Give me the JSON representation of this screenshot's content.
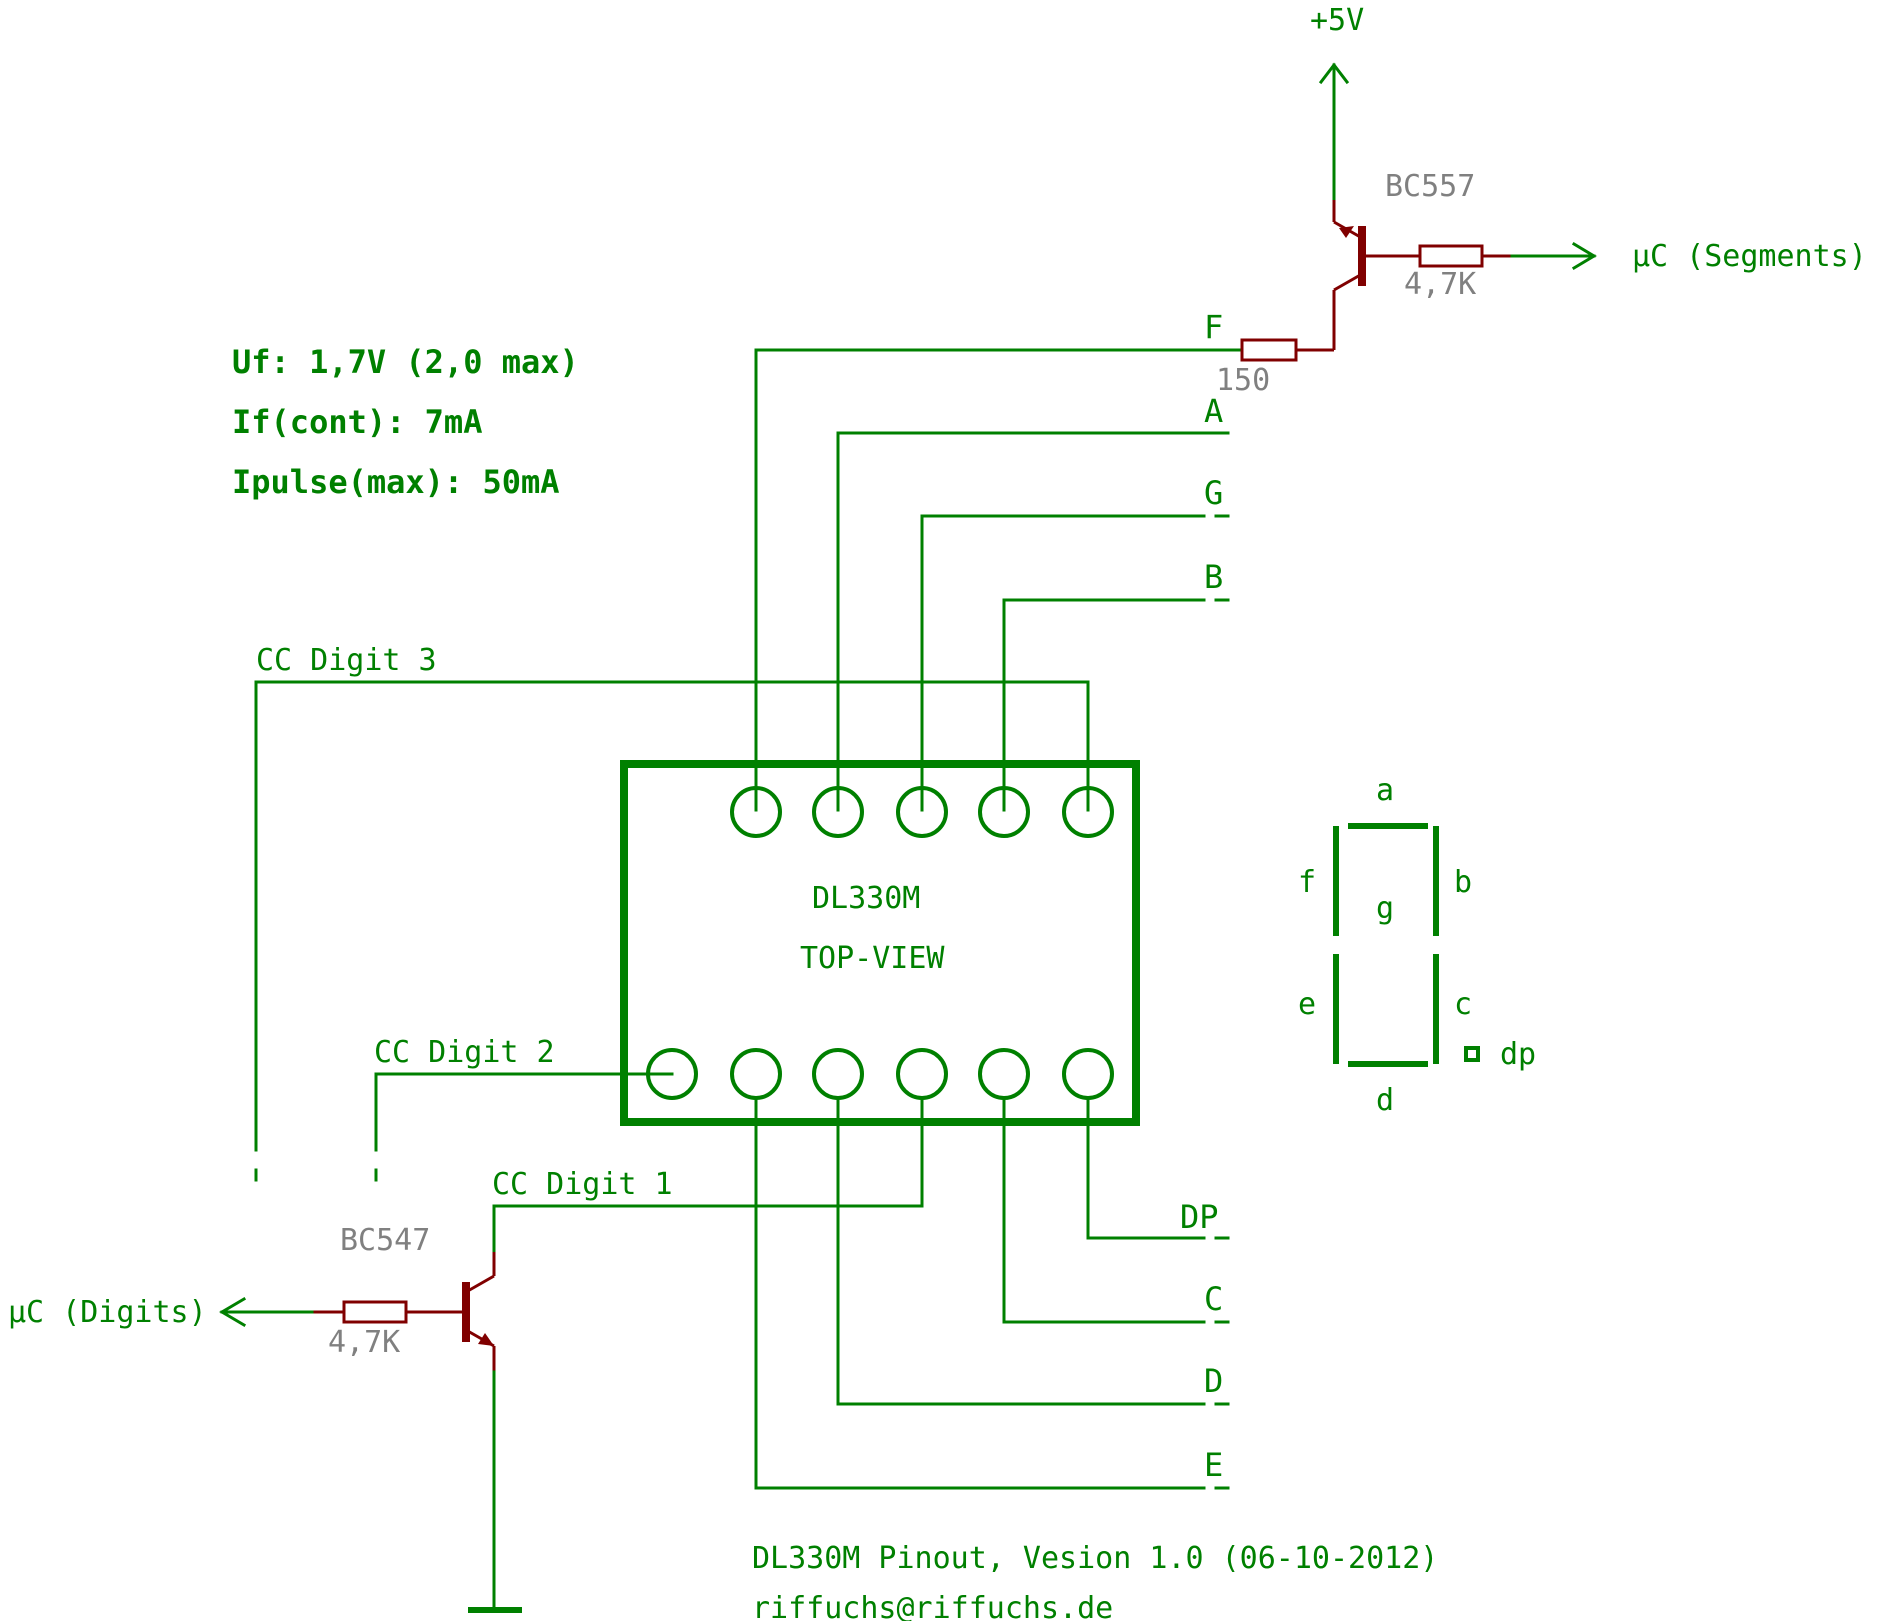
{
  "notes": {
    "uf": "Uf: 1,7V (2,0 max)",
    "if_cont": "If(cont): 7mA",
    "ipulse": "Ipulse(max): 50mA"
  },
  "supply": "+5V",
  "transistors": {
    "pnp": "BC557",
    "npn": "BC547"
  },
  "resistors": {
    "segment_base": "4,7K",
    "segment_series": "150",
    "digit_base": "4,7K"
  },
  "ports": {
    "segments": "µC (Segments)",
    "digits": "µC (Digits)"
  },
  "ic": {
    "name": "DL330M",
    "view": "TOP-VIEW"
  },
  "nets": {
    "cc_digit_3": "CC Digit 3",
    "cc_digit_2": "CC Digit 2",
    "cc_digit_1": "CC Digit 1"
  },
  "segment_labels": {
    "f": "F",
    "a": "A",
    "g": "G",
    "b": "B",
    "dp": "DP",
    "c": "C",
    "d": "D",
    "e": "E"
  },
  "seven_segment_legend": {
    "a": "a",
    "b": "b",
    "c": "c",
    "d": "d",
    "e": "e",
    "f": "f",
    "g": "g",
    "dp": "dp"
  },
  "footer": {
    "title": "DL330M Pinout, Vesion 1.0 (06-10-2012)",
    "email": "riffuchs@riffuchs.de"
  }
}
